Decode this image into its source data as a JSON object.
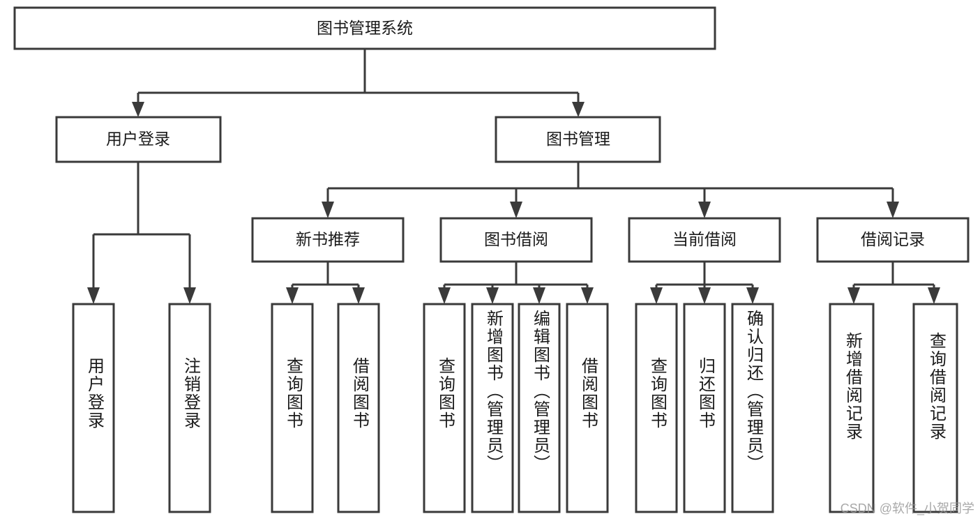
{
  "diagram": {
    "type": "tree",
    "title": "图书管理系统",
    "colors": {
      "box_stroke": "#3a3a3a",
      "box_fill": "#ffffff",
      "text": "#1a1a1a",
      "connector": "#3a3a3a",
      "watermark": "#9a9a9a",
      "background": "#ffffff"
    },
    "root": {
      "label": "图书管理系统"
    },
    "level2": [
      {
        "label": "用户登录"
      },
      {
        "label": "图书管理"
      }
    ],
    "level3": [
      {
        "label": "新书推荐"
      },
      {
        "label": "图书借阅"
      },
      {
        "label": "当前借阅"
      },
      {
        "label": "借阅记录"
      }
    ],
    "leaves": {
      "user_login": [
        {
          "label": "用户登录"
        },
        {
          "label": "注销登录"
        }
      ],
      "new_book_recommend": [
        {
          "label": "查询图书"
        },
        {
          "label": "借阅图书"
        }
      ],
      "book_borrow": [
        {
          "label": "查询图书"
        },
        {
          "label": "新增图书（管理员）"
        },
        {
          "label": "编辑图书（管理员）"
        },
        {
          "label": "借阅图书"
        }
      ],
      "current_borrow": [
        {
          "label": "查询图书"
        },
        {
          "label": "归还图书"
        },
        {
          "label": "确认归还（管理员）"
        }
      ],
      "borrow_record": [
        {
          "label": "新增借阅记录"
        },
        {
          "label": "查询借阅记录"
        }
      ]
    }
  },
  "watermark": {
    "text": "CSDN @软件_小贺同学"
  }
}
